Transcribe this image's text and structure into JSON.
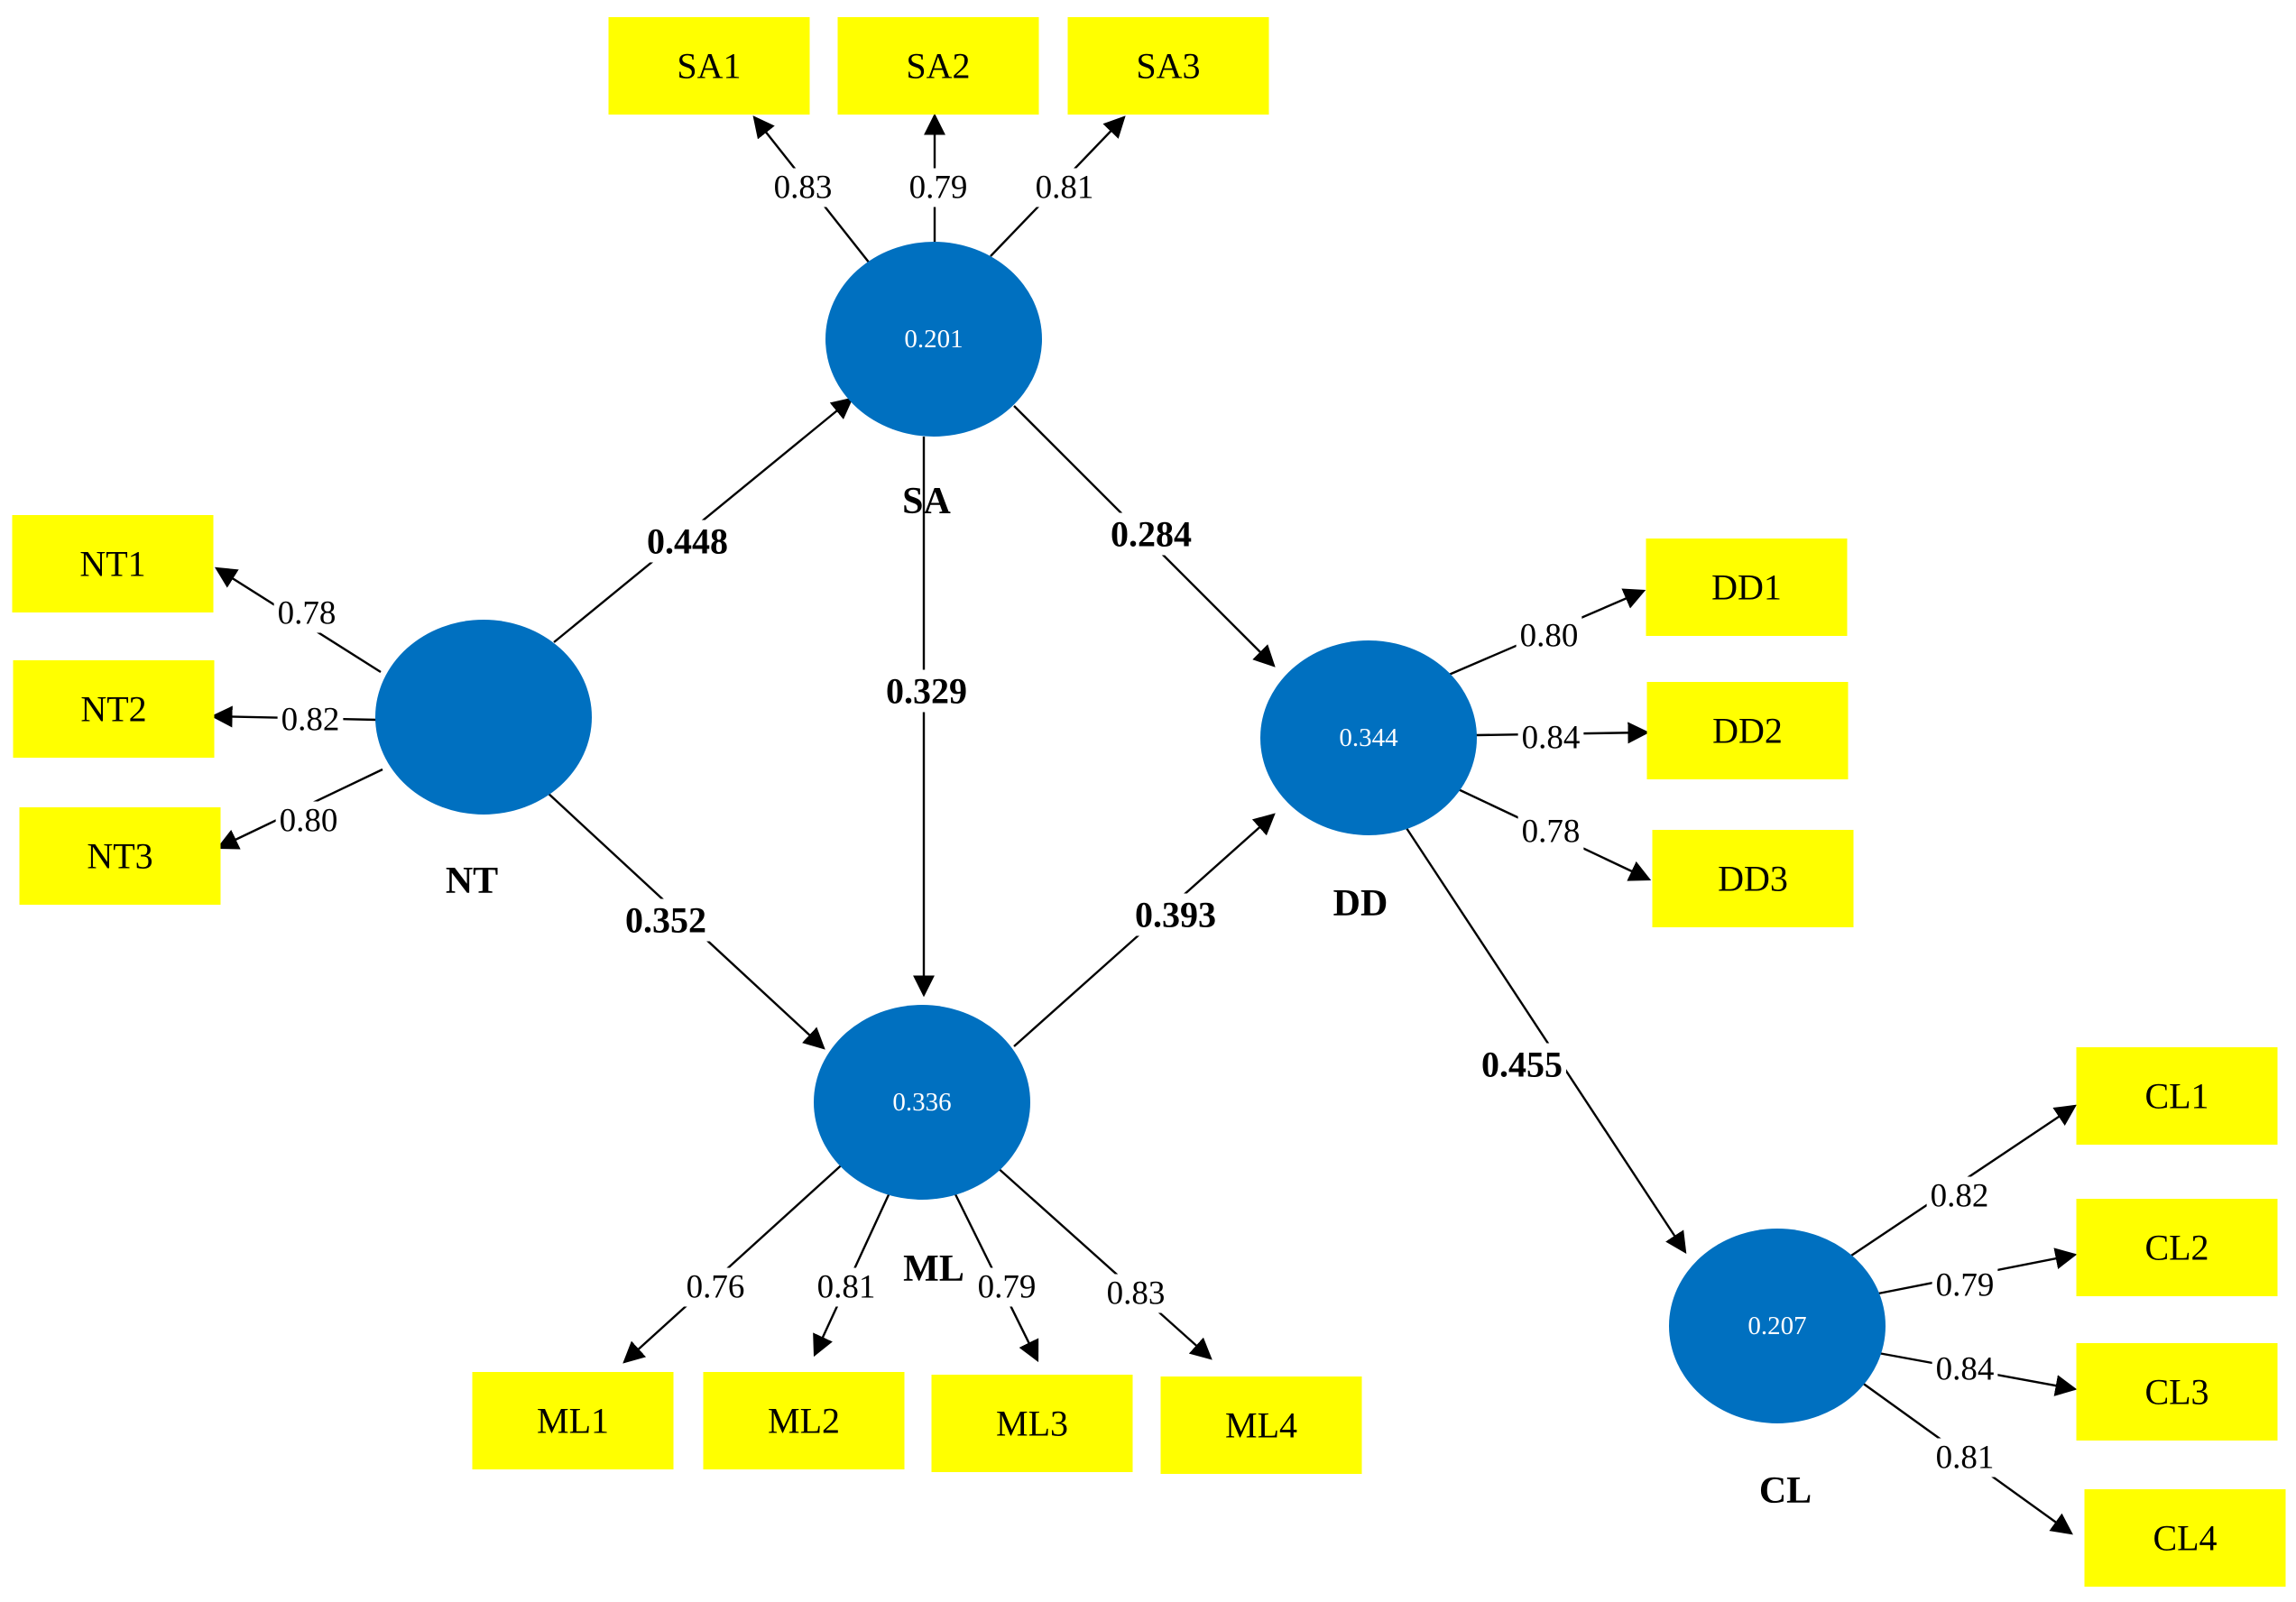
{
  "constructs": [
    {
      "id": "SA",
      "label": "SA",
      "r2": "0.201"
    },
    {
      "id": "NT",
      "label": "NT",
      "r2": ""
    },
    {
      "id": "ML",
      "label": "ML",
      "r2": "0.336"
    },
    {
      "id": "DD",
      "label": "DD",
      "r2": "0.344"
    },
    {
      "id": "CL",
      "label": "CL",
      "r2": "0.207"
    }
  ],
  "indicators": [
    {
      "id": "SA1",
      "construct": "SA",
      "loading": "0.83"
    },
    {
      "id": "SA2",
      "construct": "SA",
      "loading": "0.79"
    },
    {
      "id": "SA3",
      "construct": "SA",
      "loading": "0.81"
    },
    {
      "id": "NT1",
      "construct": "NT",
      "loading": "0.78"
    },
    {
      "id": "NT2",
      "construct": "NT",
      "loading": "0.82"
    },
    {
      "id": "NT3",
      "construct": "NT",
      "loading": "0.80"
    },
    {
      "id": "DD1",
      "construct": "DD",
      "loading": "0.80"
    },
    {
      "id": "DD2",
      "construct": "DD",
      "loading": "0.84"
    },
    {
      "id": "DD3",
      "construct": "DD",
      "loading": "0.78"
    },
    {
      "id": "ML1",
      "construct": "ML",
      "loading": "0.76"
    },
    {
      "id": "ML2",
      "construct": "ML",
      "loading": "0.81"
    },
    {
      "id": "ML3",
      "construct": "ML",
      "loading": "0.79"
    },
    {
      "id": "ML4",
      "construct": "ML",
      "loading": "0.83"
    },
    {
      "id": "CL1",
      "construct": "CL",
      "loading": "0.82"
    },
    {
      "id": "CL2",
      "construct": "CL",
      "loading": "0.79"
    },
    {
      "id": "CL3",
      "construct": "CL",
      "loading": "0.84"
    },
    {
      "id": "CL4",
      "construct": "CL",
      "loading": "0.81"
    }
  ],
  "paths": [
    {
      "from": "NT",
      "to": "SA",
      "coefficient": "0.448"
    },
    {
      "from": "NT",
      "to": "ML",
      "coefficient": "0.352"
    },
    {
      "from": "SA",
      "to": "ML",
      "coefficient": "0.329"
    },
    {
      "from": "SA",
      "to": "DD",
      "coefficient": "0.284"
    },
    {
      "from": "ML",
      "to": "DD",
      "coefficient": "0.393"
    },
    {
      "from": "DD",
      "to": "CL",
      "coefficient": "0.455"
    }
  ],
  "colors": {
    "construct_fill": "#0070c0",
    "indicator_fill": "#ffff00"
  }
}
